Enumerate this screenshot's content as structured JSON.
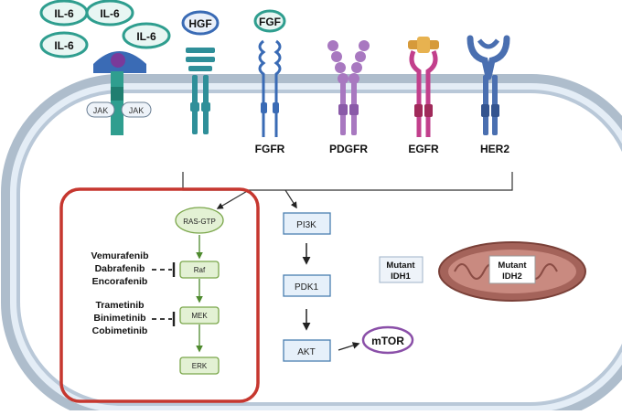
{
  "ligands": {
    "il6": [
      "IL-6",
      "IL-6",
      "IL-6",
      "IL-6"
    ],
    "hgf": "HGF",
    "fgf": "FGF"
  },
  "receptors": {
    "jak_left": "JAK",
    "jak_right": "JAK",
    "fgfr": "FGFR",
    "pdgfr": "PDGFR",
    "egfr": "EGFR",
    "her2": "HER2"
  },
  "mapk_pathway": {
    "nodes": [
      "RAS-GTP",
      "Raf",
      "MEK",
      "ERK"
    ],
    "raf_inhibitors": [
      "Vemurafenib",
      "Dabrafenib",
      "Encorafenib"
    ],
    "mek_inhibitors": [
      "Trametinib",
      "Binimetinib",
      "Cobimetinib"
    ]
  },
  "pi3k_pathway": {
    "nodes": [
      "PI3K",
      "PDK1",
      "AKT"
    ],
    "target": "mTOR"
  },
  "mutant_idh1": [
    "Mutant",
    "IDH1"
  ],
  "mutant_idh2": [
    "Mutant",
    "IDH2"
  ],
  "colors": {
    "membrane_outer": "#b9c7d6",
    "membrane_inner": "#dde8f3",
    "il6": "#2f9e8f",
    "hgf_ring": "#3a6bb5",
    "fgf_ring": "#2f9e8f",
    "mapk_box": "#c6372f",
    "node_fill": "#e3f1d4",
    "node_border": "#7aa64a",
    "pi3k_fill": "#e6f0fa",
    "pi3k_border": "#4a7fb0",
    "mtor": "#8a4fa8",
    "mito": "#a4635a"
  }
}
